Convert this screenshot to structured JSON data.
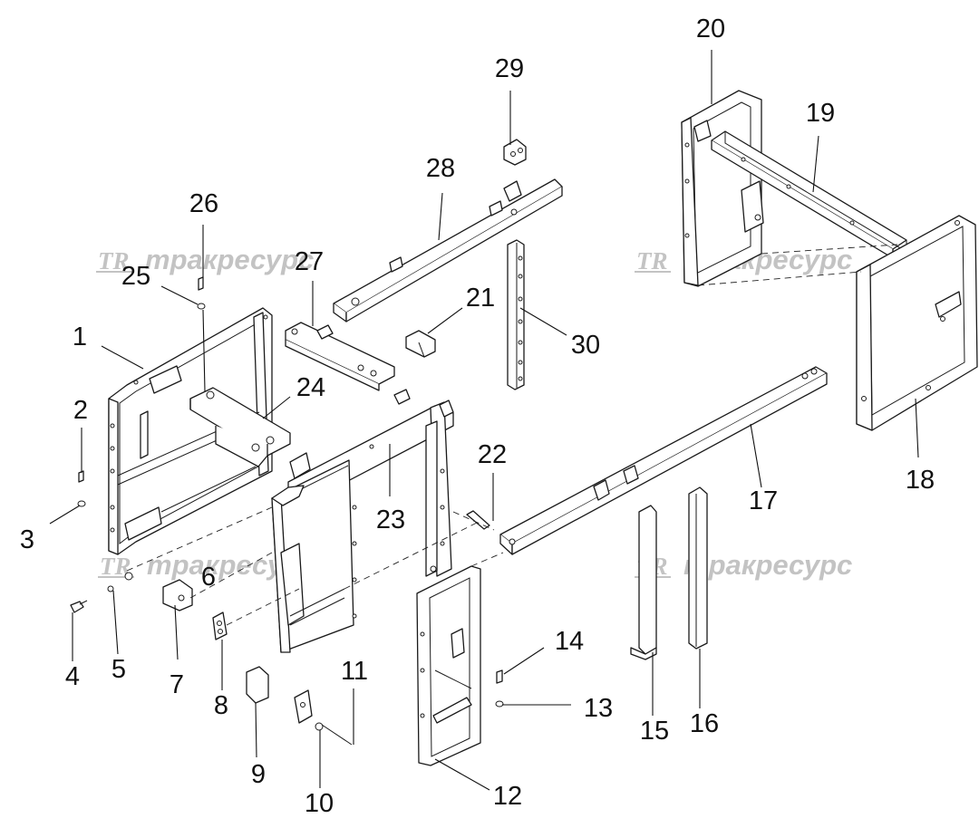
{
  "watermark": {
    "logo": "TR",
    "text": "тракресурс"
  },
  "callouts": [
    "1",
    "2",
    "3",
    "4",
    "5",
    "6",
    "7",
    "8",
    "9",
    "10",
    "11",
    "12",
    "13",
    "14",
    "15",
    "16",
    "17",
    "18",
    "19",
    "20",
    "21",
    "22",
    "23",
    "24",
    "25",
    "26",
    "27",
    "28",
    "29",
    "30"
  ]
}
